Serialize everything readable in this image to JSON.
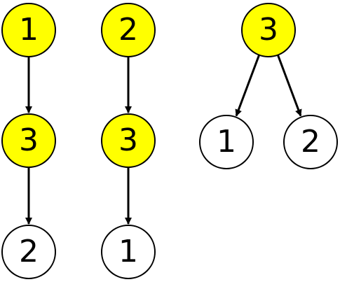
{
  "colors": {
    "highlighted": "#ffff00",
    "plain": "#ffffff",
    "stroke": "#000000"
  },
  "trees": [
    {
      "nodes": [
        {
          "id": "t1-top",
          "label": "1",
          "highlighted": true
        },
        {
          "id": "t1-mid",
          "label": "3",
          "highlighted": true
        },
        {
          "id": "t1-bot",
          "label": "2",
          "highlighted": false
        }
      ],
      "edges": [
        {
          "from": "t1-top",
          "to": "t1-mid"
        },
        {
          "from": "t1-mid",
          "to": "t1-bot"
        }
      ]
    },
    {
      "nodes": [
        {
          "id": "t2-top",
          "label": "2",
          "highlighted": true
        },
        {
          "id": "t2-mid",
          "label": "3",
          "highlighted": true
        },
        {
          "id": "t2-bot",
          "label": "1",
          "highlighted": false
        }
      ],
      "edges": [
        {
          "from": "t2-top",
          "to": "t2-mid"
        },
        {
          "from": "t2-mid",
          "to": "t2-bot"
        }
      ]
    },
    {
      "nodes": [
        {
          "id": "t3-root",
          "label": "3",
          "highlighted": true
        },
        {
          "id": "t3-left",
          "label": "1",
          "highlighted": false
        },
        {
          "id": "t3-right",
          "label": "2",
          "highlighted": false
        }
      ],
      "edges": [
        {
          "from": "t3-root",
          "to": "t3-left"
        },
        {
          "from": "t3-root",
          "to": "t3-right"
        }
      ]
    }
  ]
}
